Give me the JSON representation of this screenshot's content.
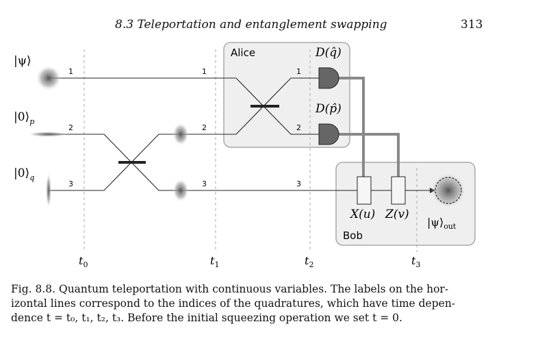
{
  "header": {
    "title": "8.3 Teleportation and entanglement swapping",
    "page_number": "313"
  },
  "diagram": {
    "inputs": {
      "psi": "|ψ⟩",
      "zero_p": "|0⟩",
      "zero_p_sub": "p",
      "zero_q": "|0⟩",
      "zero_q_sub": "q"
    },
    "line_indices": {
      "one": "1",
      "two": "2",
      "three": "3"
    },
    "alice": {
      "label": "Alice",
      "detector_q": "D(q̂)",
      "detector_p": "D(p̂)"
    },
    "bob": {
      "label": "Bob",
      "op_x": "X(u)",
      "op_z": "Z(v)",
      "output": "|ψ⟩",
      "output_sub": "out"
    },
    "times": [
      {
        "t": "t",
        "sub": "0"
      },
      {
        "t": "t",
        "sub": "1"
      },
      {
        "t": "t",
        "sub": "2"
      },
      {
        "t": "t",
        "sub": "3"
      }
    ]
  },
  "caption": {
    "line1": "Fig. 8.8. Quantum teleportation with continuous variables. The labels on the hor-",
    "line2": "izontal lines correspond to the indices of the quadratures, which have time depen-",
    "line3": "dence t = t₀, t₁, t₂, t₃. Before the initial squeezing operation we set t = 0."
  }
}
